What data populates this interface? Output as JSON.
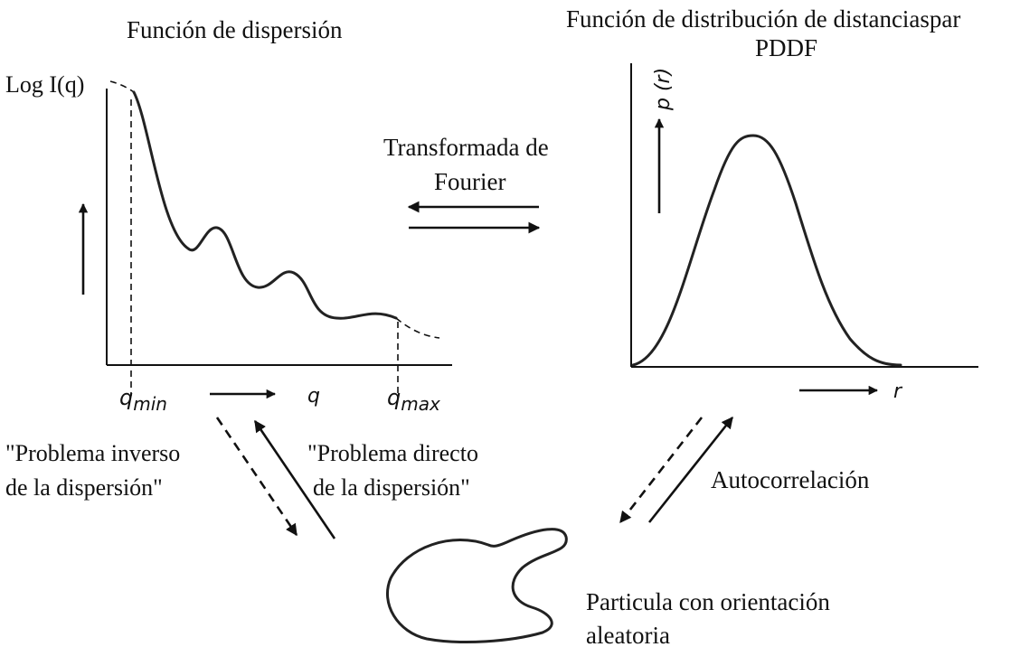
{
  "left_panel": {
    "title": "Función de dispersión",
    "y_label": "Log I(q)",
    "x_label": "q",
    "qmin_label": "q",
    "qmin_sub": "min",
    "qmax_label": "q",
    "qmax_sub": "max"
  },
  "right_panel": {
    "title_line1": "Función de distribución de distanciaspar",
    "title_line2": "PDDF",
    "y_label": "p (r)",
    "x_label": "r"
  },
  "middle": {
    "transform_line1": "Transformada de",
    "transform_line2": "Fourier"
  },
  "bottom": {
    "inverse_line1": "\"Problema inverso",
    "inverse_line2": "de la dispersión\"",
    "direct_line1": "\"Problema directo",
    "direct_line2": "de la dispersión\"",
    "autocorrelation": "Autocorrelación",
    "particle_line1": "Particula con orientación",
    "particle_line2": "aleatoria"
  }
}
